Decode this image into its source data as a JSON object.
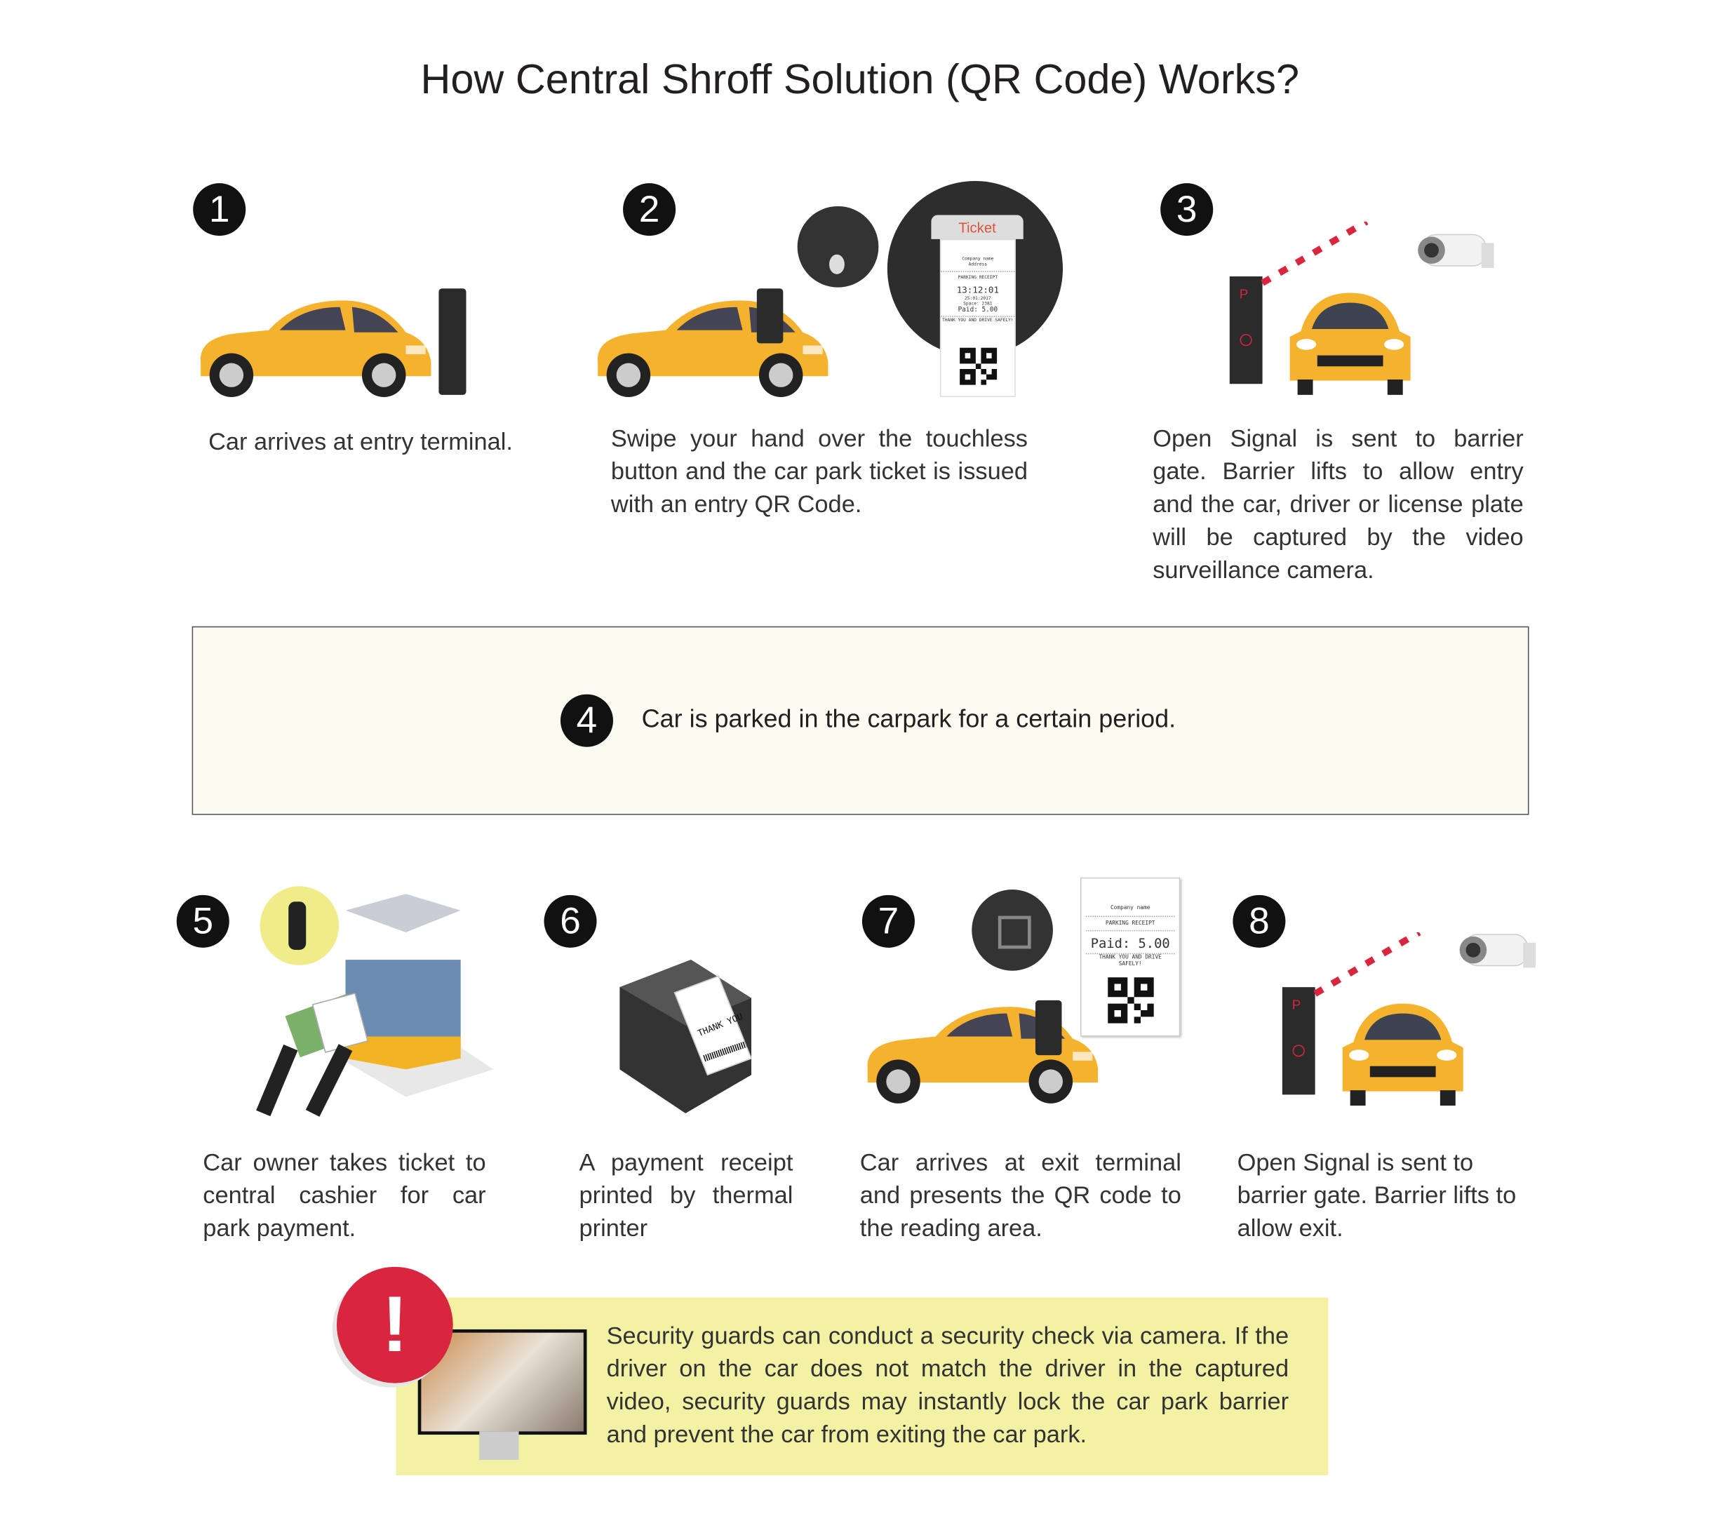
{
  "title": "How Central Shroff Solution (QR Code) Works?",
  "steps": [
    {
      "number": "1",
      "text": "Car arrives at entry terminal."
    },
    {
      "number": "2",
      "text": "Swipe your hand over the touchless button and the car park ticket is issued with an entry QR Code."
    },
    {
      "number": "3",
      "text": "Open Signal is sent to barrier gate. Barrier lifts to allow entry and the car, driver or license plate will be captured by the video surveillance camera."
    },
    {
      "number": "4",
      "text": "Car is parked in the carpark for a certain period."
    },
    {
      "number": "5",
      "text": "Car owner takes ticket to central cashier for car park payment."
    },
    {
      "number": "6",
      "text": "A payment receipt printed by thermal printer"
    },
    {
      "number": "7",
      "text": "Car arrives at exit terminal and presents the QR code to the reading area."
    },
    {
      "number": "8",
      "text": "Open Signal is sent to barrier gate. Barrier lifts to allow exit."
    }
  ],
  "ticket": {
    "header": "Ticket",
    "company": "Company name",
    "address": "Address",
    "receipt": "PARKING RECEIPT",
    "time": "13:12:01",
    "date": "25:01:2017",
    "space": "Space: 2381",
    "paid": "Paid: 5.00",
    "thanks": "THANK YOU AND DRIVE SAFELY!"
  },
  "printer_receipt": "THANK YOU",
  "security_note": "Security guards can conduct a security check via camera. If the driver on the car does not match the driver in the captured video, security guards may instantly lock the car park barrier and prevent the car from exiting the car park.",
  "colors": {
    "car": "#f5b22e",
    "alert": "#d7263d",
    "note_bg": "#f3f1a3",
    "box4_bg": "#fbfbf1"
  }
}
